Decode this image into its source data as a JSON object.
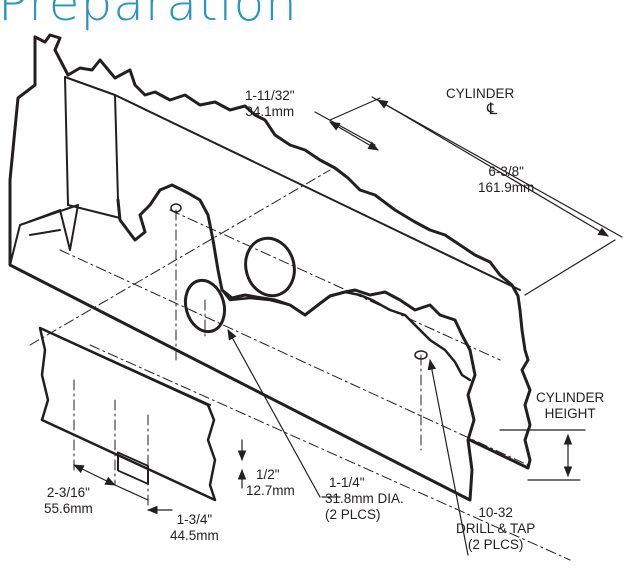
{
  "title": "Preparation",
  "labels": {
    "cyl_cl": {
      "line1": "CYLINDER",
      "line2": "℄"
    },
    "dim_1_11_32": {
      "line1": "1-11/32\"",
      "line2": "34.1mm"
    },
    "dim_6_3_8": {
      "line1": "6-3/8\"",
      "line2": "161.9mm"
    },
    "cyl_height": {
      "line1": "CYLINDER",
      "line2": "HEIGHT"
    },
    "dim_1_2": {
      "line1": "1/2\"",
      "line2": "12.7mm"
    },
    "dim_1_1_4": {
      "line1": "1-1/4\"",
      "line2": "31.8mm",
      "suffix": "DIA.",
      "line3": "(2 PLCS)"
    },
    "dim_10_32": {
      "line1": "10-32",
      "line2": "DRILL & TAP",
      "line3": "(2 PLCS)"
    },
    "dim_2_3_16": {
      "line1": "2-3/16\"",
      "line2": "55.6mm"
    },
    "dim_1_3_4": {
      "line1": "1-3/4\"",
      "line2": "44.5mm"
    }
  }
}
